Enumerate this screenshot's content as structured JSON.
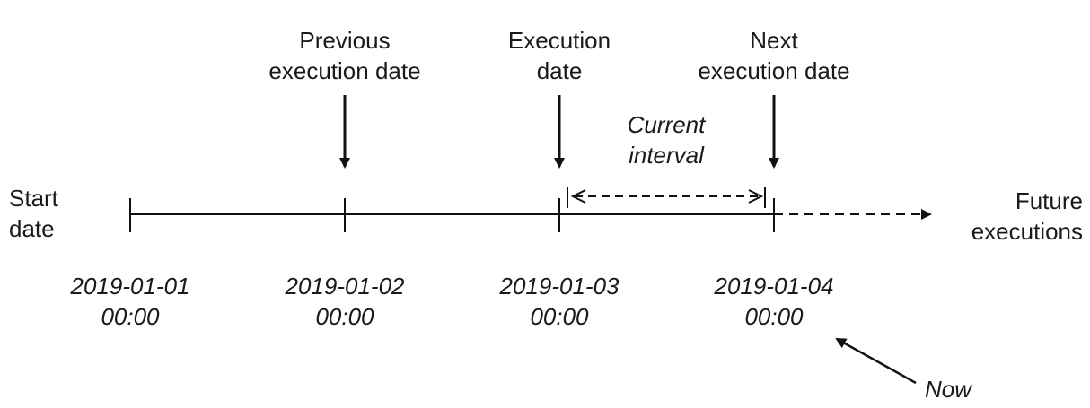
{
  "labels": {
    "previous_execution": [
      "Previous",
      "execution date"
    ],
    "execution": [
      "Execution",
      "date"
    ],
    "next_execution": [
      "Next",
      "execution date"
    ],
    "current_interval": [
      "Current",
      "interval"
    ],
    "start": [
      "Start",
      "date"
    ],
    "future": [
      "Future",
      "executions"
    ],
    "now": "Now"
  },
  "dates": [
    [
      "2019-01-01",
      "00:00"
    ],
    [
      "2019-01-02",
      "00:00"
    ],
    [
      "2019-01-03",
      "00:00"
    ],
    [
      "2019-01-04",
      "00:00"
    ]
  ]
}
